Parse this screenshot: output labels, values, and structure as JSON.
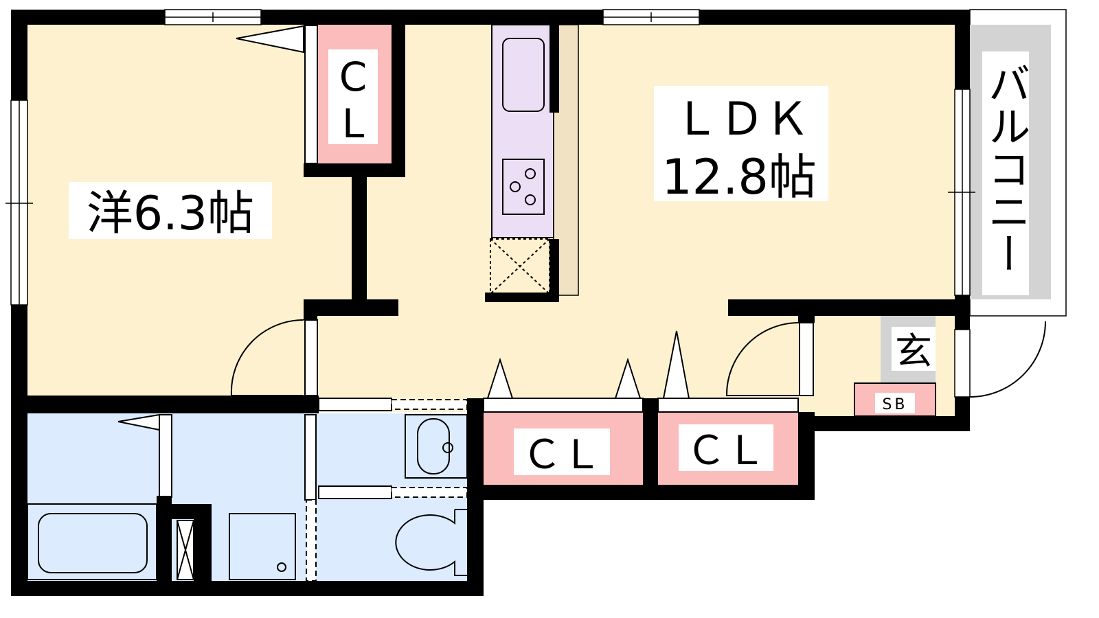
{
  "rooms": {
    "western_room": {
      "label": "洋6.3帖"
    },
    "ldk": {
      "label_line1": "ＬＤＫ",
      "label_line2": "12.8帖"
    },
    "balcony": {
      "label": "バルコニー"
    },
    "entrance": {
      "label": "玄"
    },
    "shoe_box": {
      "label": "SB"
    },
    "closet_top": {
      "label_line1": "C",
      "label_line2": "L"
    },
    "closet_a": {
      "label": "ＣＬ"
    },
    "closet_b": {
      "label": "ＣＬ"
    }
  },
  "colors": {
    "floor": "#fdf1d0",
    "closet": "#fbbcbc",
    "wet_area": "#dcebfd",
    "kitchen": "#ecdff5",
    "entrance": "#d3d3d3",
    "wall": "#000000"
  }
}
